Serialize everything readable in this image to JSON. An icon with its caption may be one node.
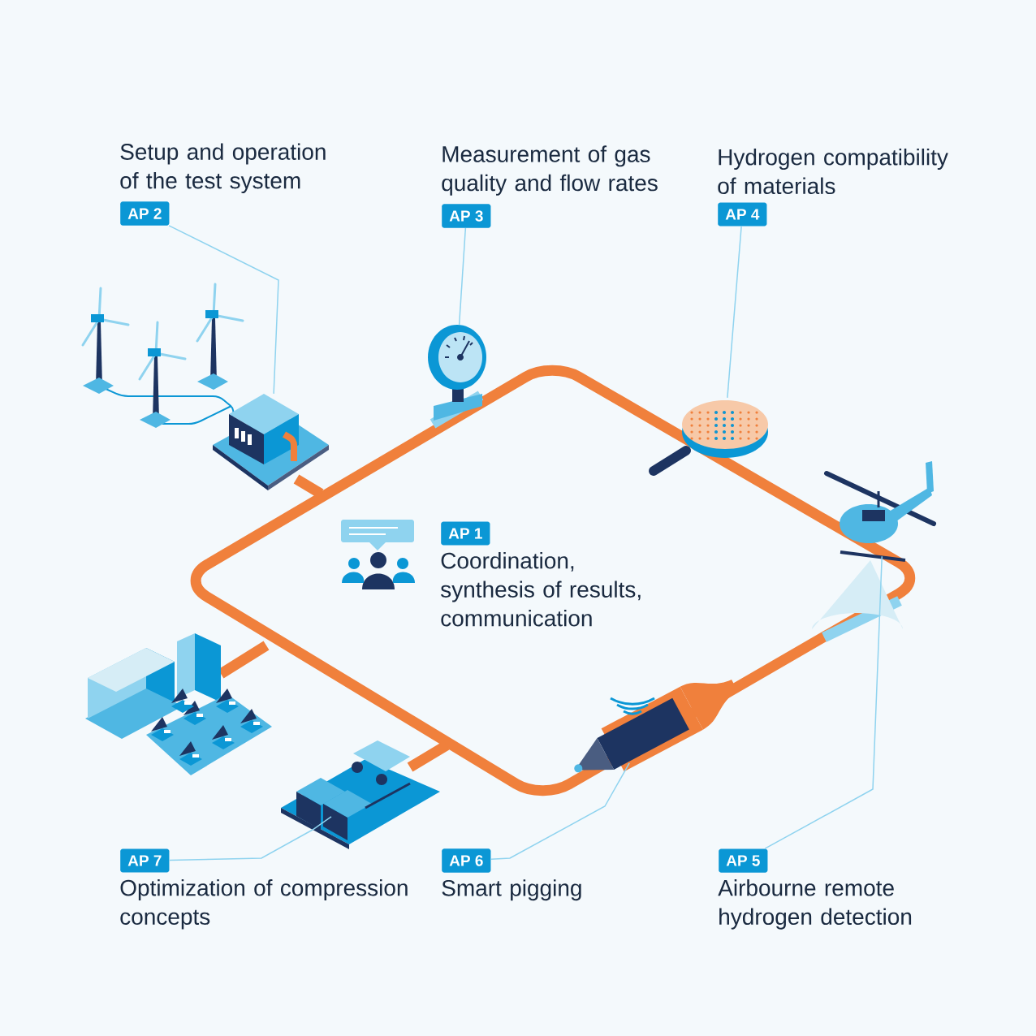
{
  "diagram": {
    "nodes": [
      {
        "text": [
          "Setup and operation of the test system",
          "AP 2"
        ]
      },
      {
        "text": [
          "Measurement of gas quality and flow rates",
          "AP 3"
        ]
      },
      {
        "text": [
          "Hydrogen compatibility of materials",
          "AP 4"
        ]
      },
      {
        "text": [
          "AP 1",
          "Coordination, synthesis of results, communication"
        ]
      },
      {
        "text": [
          "AP 7",
          "Optimization of compression concepts"
        ]
      },
      {
        "text": [
          "AP 6",
          "Smart pigging"
        ]
      },
      {
        "text": [
          "AP 5",
          "Airbourne remote hydrogen detection"
        ]
      },
      {
        "text": [],
        "shape": "picture"
      },
      {
        "text": [],
        "shape": "picture"
      },
      {
        "text": [],
        "shape": "picture"
      },
      {
        "text": [],
        "shape": "picture"
      },
      {
        "text": [],
        "shape": "picture"
      },
      {
        "text": [],
        "shape": "picture"
      }
    ],
    "edges": [
      {
        "from": 0,
        "to": 7,
        "arrow": "none"
      },
      {
        "from": 1,
        "to": 8,
        "arrow": "none"
      },
      {
        "from": 2,
        "to": 9,
        "arrow": "none"
      },
      {
        "from": 6,
        "to": 10,
        "arrow": "none"
      },
      {
        "from": 5,
        "to": 12,
        "arrow": "none"
      },
      {
        "from": 4,
        "to": 11,
        "arrow": "none"
      }
    ]
  }
}
